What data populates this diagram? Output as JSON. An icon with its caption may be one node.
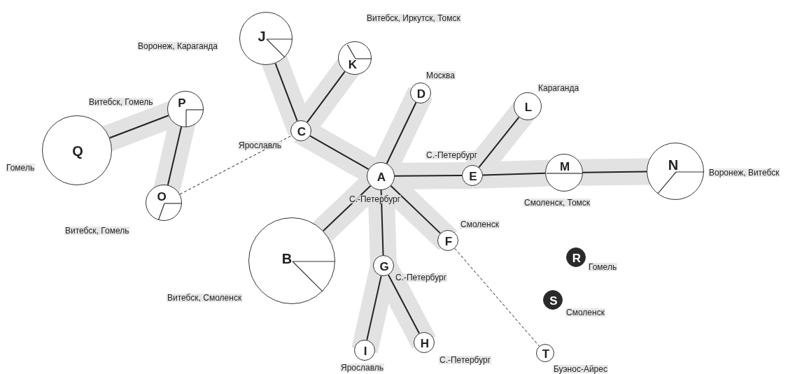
{
  "diagram": {
    "nodes": [
      {
        "text": [
          "A"
        ],
        "beside": [
          "С.-Петербург"
        ]
      },
      {
        "text": [
          "B"
        ],
        "beside": [
          "Витебск, Смоленск"
        ]
      },
      {
        "text": [
          "C"
        ],
        "beside": [
          "Ярославль"
        ]
      },
      {
        "text": [
          "D"
        ],
        "beside": [
          "Москва"
        ]
      },
      {
        "text": [
          "E"
        ],
        "beside": [
          "С.-Петербург"
        ]
      },
      {
        "text": [
          "F"
        ],
        "beside": [
          "Смоленск"
        ]
      },
      {
        "text": [
          "G"
        ],
        "beside": [
          "С.-Петербург"
        ]
      },
      {
        "text": [
          "H"
        ],
        "beside": [
          "С.-Петербург"
        ]
      },
      {
        "text": [
          "I"
        ],
        "beside": [
          "Ярославль"
        ]
      },
      {
        "text": [
          "J"
        ],
        "beside": [
          "Воронеж, Караганда"
        ]
      },
      {
        "text": [
          "K"
        ],
        "beside": [
          "Витебск, Иркутск, Томск"
        ]
      },
      {
        "text": [
          "L"
        ],
        "beside": [
          "Караганда"
        ]
      },
      {
        "text": [
          "M"
        ],
        "beside": [
          "Смоленск, Томск"
        ]
      },
      {
        "text": [
          "N"
        ],
        "beside": [
          "Воронеж, Витебск"
        ]
      },
      {
        "text": [
          "O"
        ],
        "beside": [
          "Витебск, Гомель"
        ]
      },
      {
        "text": [
          "P"
        ],
        "beside": [
          "Витебск, Гомель"
        ]
      },
      {
        "text": [
          "Q"
        ],
        "beside": [
          "Гомель"
        ]
      },
      {
        "text": [
          "R"
        ],
        "beside": [
          "Гомель"
        ]
      },
      {
        "text": [
          "S"
        ],
        "beside": [
          "Смоленск"
        ]
      },
      {
        "text": [
          "T"
        ],
        "beside": [
          "Буэнос-Айрес"
        ]
      }
    ],
    "edges": [
      {
        "from": 2,
        "to": 9,
        "arrow": "none"
      },
      {
        "from": 2,
        "to": 10,
        "arrow": "none"
      },
      {
        "from": 2,
        "to": 0,
        "arrow": "none"
      },
      {
        "from": 0,
        "to": 3,
        "arrow": "none"
      },
      {
        "from": 0,
        "to": 4,
        "arrow": "none"
      },
      {
        "from": 4,
        "to": 11,
        "arrow": "none"
      },
      {
        "from": 4,
        "to": 12,
        "arrow": "none"
      },
      {
        "from": 12,
        "to": 13,
        "arrow": "none"
      },
      {
        "from": 0,
        "to": 1,
        "arrow": "none"
      },
      {
        "from": 0,
        "to": 6,
        "arrow": "none"
      },
      {
        "from": 0,
        "to": 5,
        "arrow": "none"
      },
      {
        "from": 6,
        "to": 8,
        "arrow": "none"
      },
      {
        "from": 6,
        "to": 7,
        "arrow": "none"
      },
      {
        "from": 15,
        "to": 16,
        "arrow": "none"
      },
      {
        "from": 15,
        "to": 14,
        "arrow": "none"
      },
      {
        "from": 14,
        "to": 2,
        "arrow": "none",
        "style": "dashed"
      },
      {
        "from": 5,
        "to": 19,
        "arrow": "none",
        "style": "dashed"
      }
    ]
  }
}
